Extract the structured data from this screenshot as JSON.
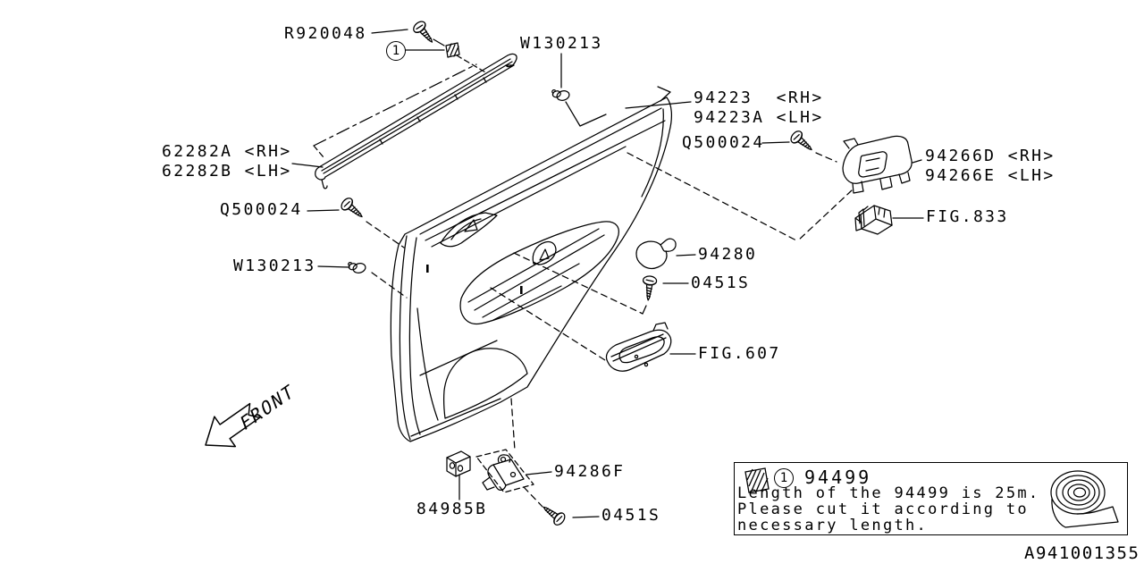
{
  "diagram": {
    "callout_number": "1",
    "front_label": "FRONT",
    "doc_number": "A941001355",
    "labels": {
      "r920048": "R920048",
      "w130213_top": "W130213",
      "p94223": "94223  <RH>\n94223A <LH>",
      "q500024_right": "Q500024",
      "p94266": "94266D <RH>\n94266E <LH>",
      "fig833": "FIG.833",
      "p62282": "62282A <RH>\n62282B <LH>",
      "q500024_left": "Q500024",
      "w130213_left": "W130213",
      "p94280": "94280",
      "s0451_mid": "0451S",
      "fig607": "FIG.607",
      "p94286f": "94286F",
      "p84985b": "84985B",
      "s0451_bottom": "0451S"
    },
    "legend": {
      "part_number": "94499",
      "note_lines": [
        "Length of the 94499 is 25m.",
        "Please cut it according to",
        "necessary length."
      ]
    },
    "icons": [
      "screw-icon",
      "clip-icon",
      "grommet-icon",
      "tape-hatch-icon",
      "tape-roll-icon",
      "front-arrow-icon",
      "callout-circle"
    ]
  }
}
